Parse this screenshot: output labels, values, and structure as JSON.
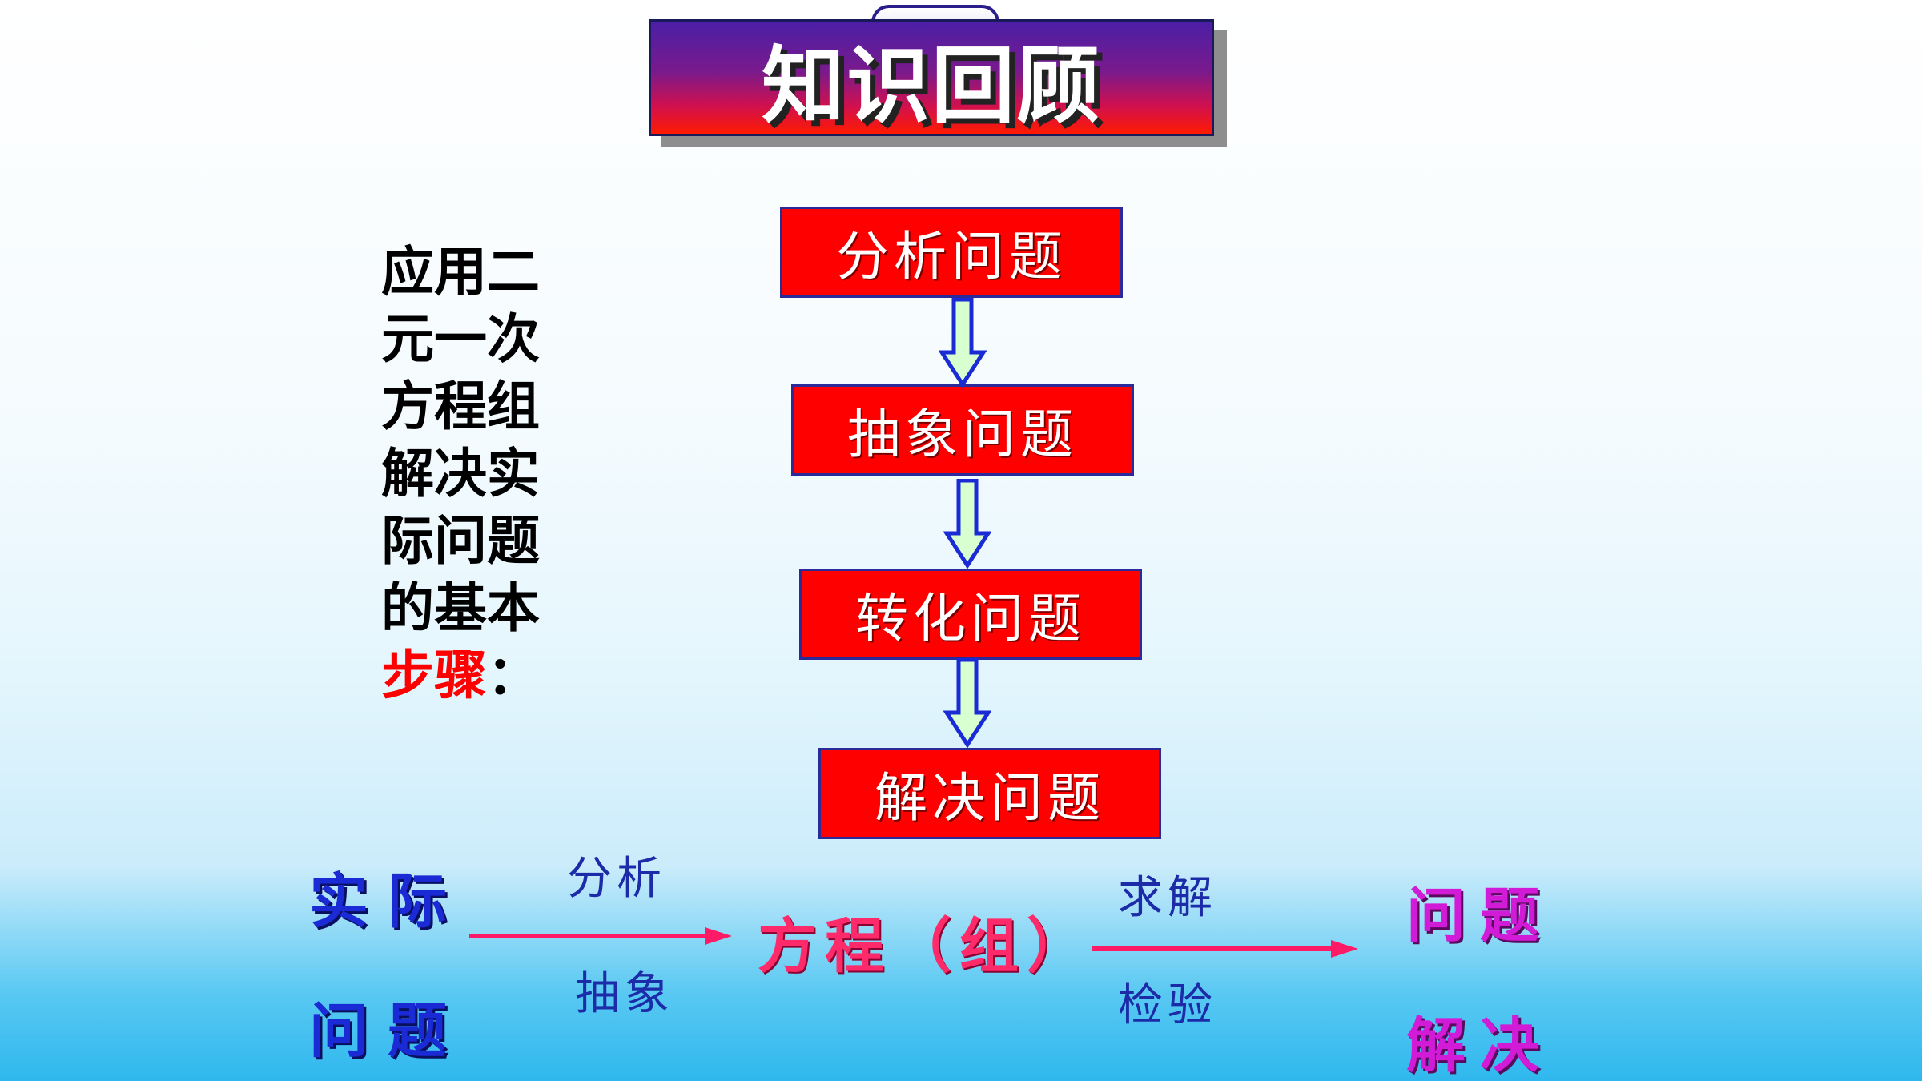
{
  "title": "知识回顾",
  "side_text": {
    "main": "应用二元一次方程组解决实际问题的基本",
    "highlight": "步骤",
    "tail": "："
  },
  "steps": [
    "分析问题",
    "抽象问题",
    "转化问题",
    "解决问题"
  ],
  "bottom": {
    "start_line1": "实际",
    "start_line2": "问题",
    "arrow1_top": "分析",
    "arrow1_bottom": "抽象",
    "middle": "方程（组）",
    "arrow2_top": "求解",
    "arrow2_bottom": "检验",
    "end_line1": "问题",
    "end_line2": "解决"
  },
  "colors": {
    "step_fill": "#ff0000",
    "down_arrow_fill": "#d8ffd0",
    "down_arrow_stroke": "#1a2bd6",
    "flow_arrow": "#ff1a66"
  }
}
